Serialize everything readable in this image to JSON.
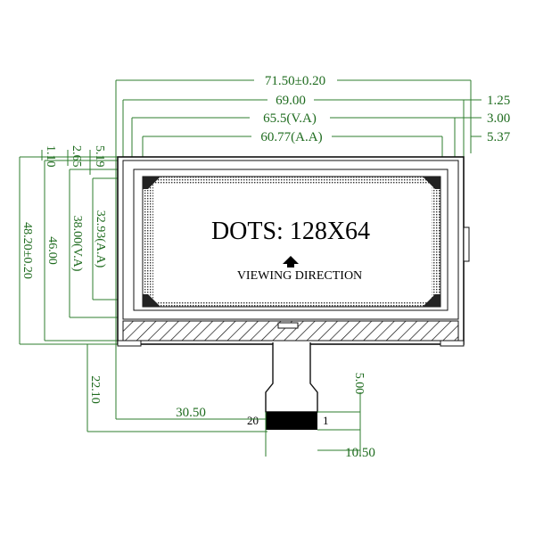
{
  "dimensions": {
    "top": {
      "overall_width": "71.50±0.20",
      "width_69": "69.00",
      "va_width": "65.5(V.A)",
      "aa_width": "60.77(A.A)"
    },
    "right_offsets": {
      "r1": "1.25",
      "r2": "3.00",
      "r3": "5.37"
    },
    "left_offsets": {
      "l1": "1.10",
      "l2": "2.65",
      "l3": "5.19"
    },
    "vertical": {
      "overall_height": "48.20±0.20",
      "height_46": "46.00",
      "va_height": "38.00(V.A)",
      "aa_height": "32.93(A.A)",
      "fpc_offset": "22.10",
      "fpc_length": "5.00",
      "fpc_tail": "10.50"
    },
    "fpc_position": "30.50"
  },
  "display": {
    "dots": "DOTS: 128X64",
    "viewing": "VIEWING DIRECTION"
  },
  "pins": {
    "first": "1",
    "last": "20"
  },
  "colors": {
    "dimension_line": "#2e7d2e",
    "outline": "#111111"
  }
}
